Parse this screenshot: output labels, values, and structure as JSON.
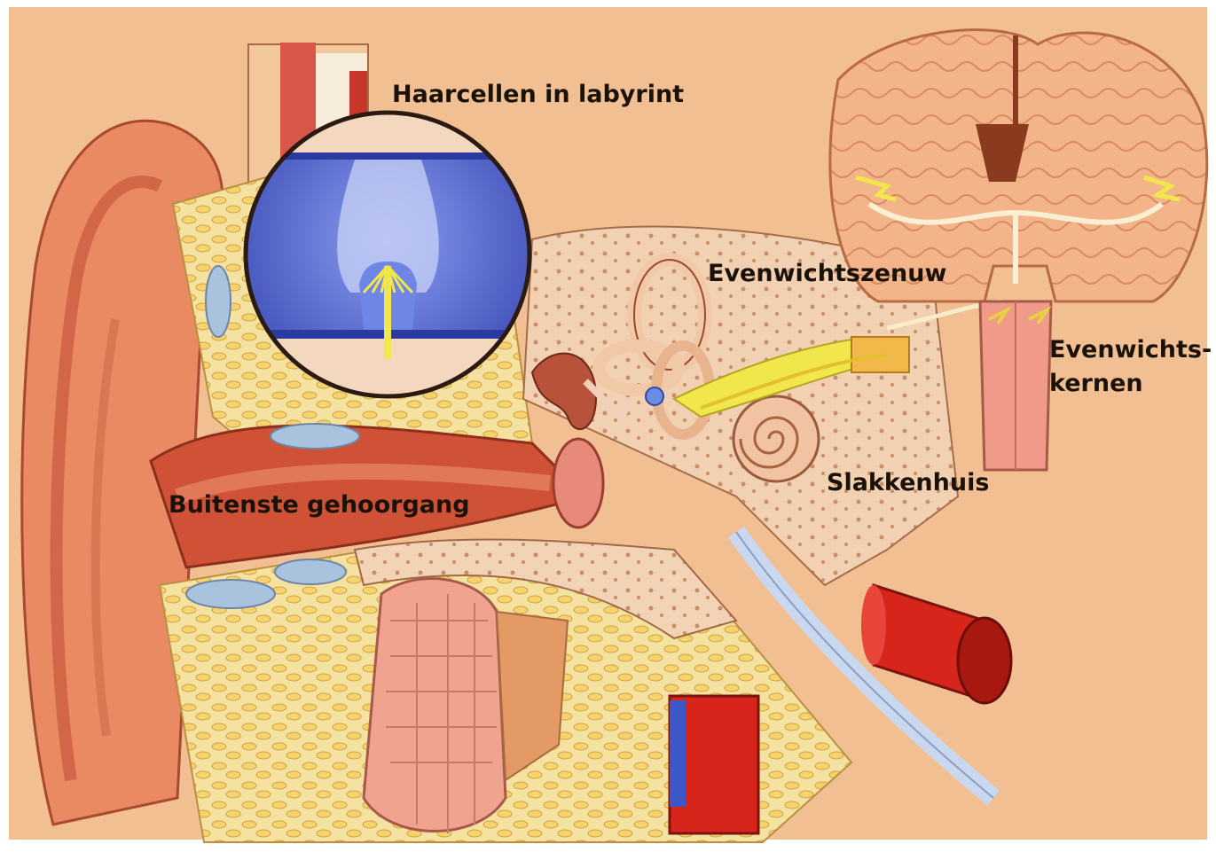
{
  "labels": {
    "haarcellen": "Haarcellen in labyrint",
    "evenwichtszenuw": "Evenwichtszenuw",
    "evenwichtskernen_line1": "Evenwichts-",
    "evenwichtskernen_line2": "kernen",
    "slakkenhuis": "Slakkenhuis",
    "buitenste_gehoorgang": "Buitenste gehoorgang"
  },
  "colors": {
    "background": "#f2bf92",
    "skin": "#e98a63",
    "skin_dark": "#c8583c",
    "fat": "#f4dc8a",
    "bone": "#f3d1b2",
    "inset_blue": "#5d72d6",
    "nerve_yellow": "#f2e64d",
    "vessel_red": "#d8251c",
    "cartilage_blue": "#a9c3df",
    "text": "#1a1208"
  }
}
